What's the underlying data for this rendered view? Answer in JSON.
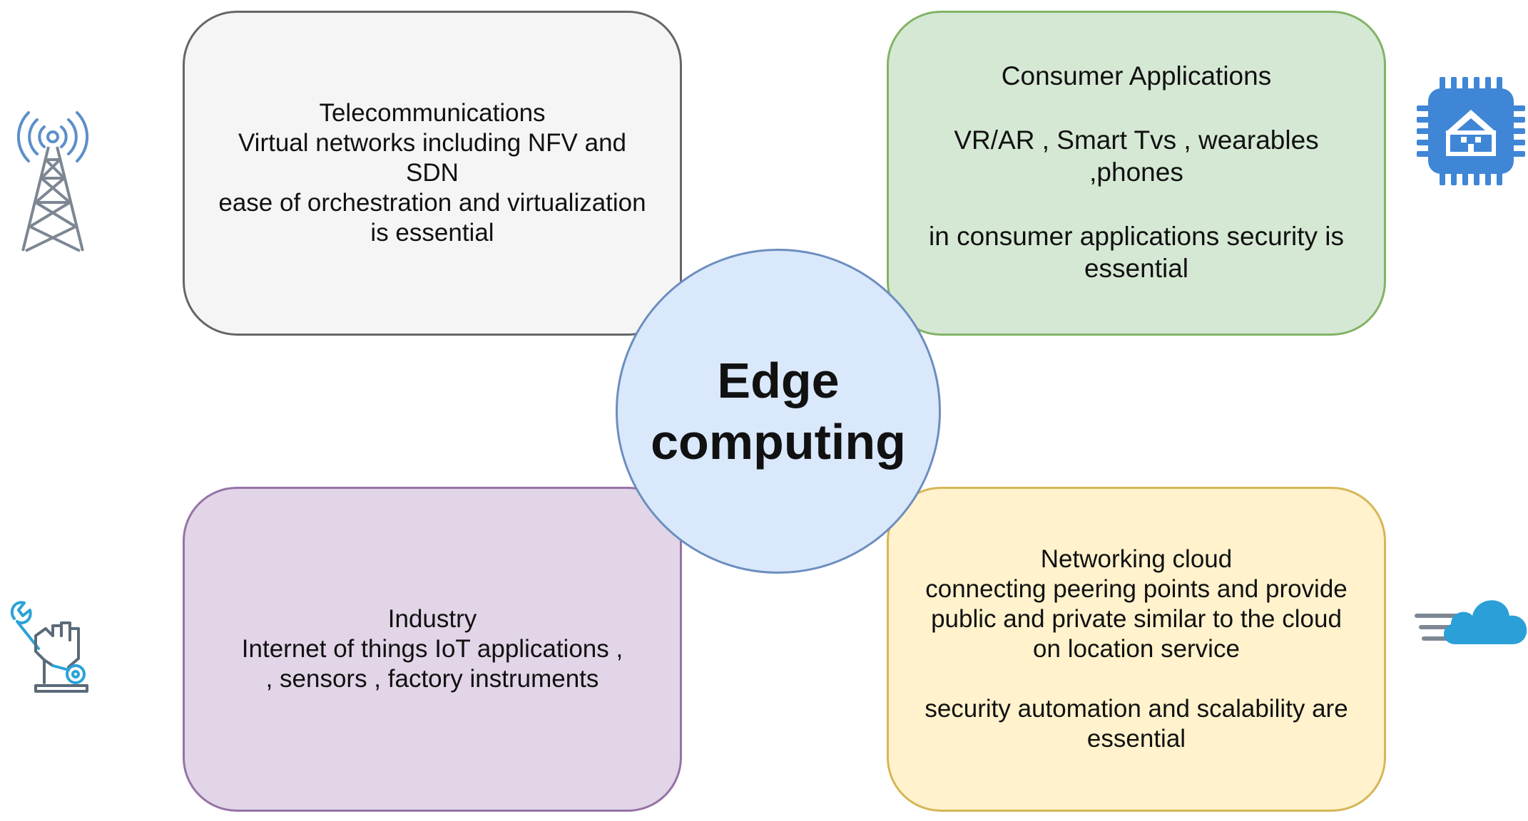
{
  "center": {
    "lines": [
      "Edge",
      "computing"
    ]
  },
  "telecom": {
    "lines": [
      "Telecommunications",
      "Virtual networks including NFV and",
      "SDN",
      "ease of orchestration and virtualization",
      "is essential"
    ]
  },
  "consumer": {
    "title": "Consumer Applications",
    "lines_a": [
      "VR/AR , Smart Tvs , wearables",
      ",phones"
    ],
    "lines_b": [
      "in consumer applications security is",
      "essential"
    ]
  },
  "industry": {
    "lines": [
      "Industry",
      "Internet of things IoT applications ,",
      ", sensors , factory instruments"
    ]
  },
  "networking": {
    "lines_a": [
      "Networking cloud",
      "connecting peering points and provide",
      "public and private similar to the cloud",
      "on location service"
    ],
    "lines_b": [
      "security automation and scalability are",
      "essential"
    ]
  },
  "colors": {
    "telecom_fill": "#f5f5f5",
    "consumer_fill": "#d5e8d4",
    "industry_fill": "#e1d5e7",
    "networking_fill": "#fff2cc",
    "center_fill": "#dae8fc",
    "icon_blue": "#4a8fd6",
    "cloud_blue": "#2b9fd8"
  },
  "icons": [
    "radio-tower-icon",
    "smart-home-chip-icon",
    "robotic-arm-icon",
    "fast-cloud-icon"
  ]
}
